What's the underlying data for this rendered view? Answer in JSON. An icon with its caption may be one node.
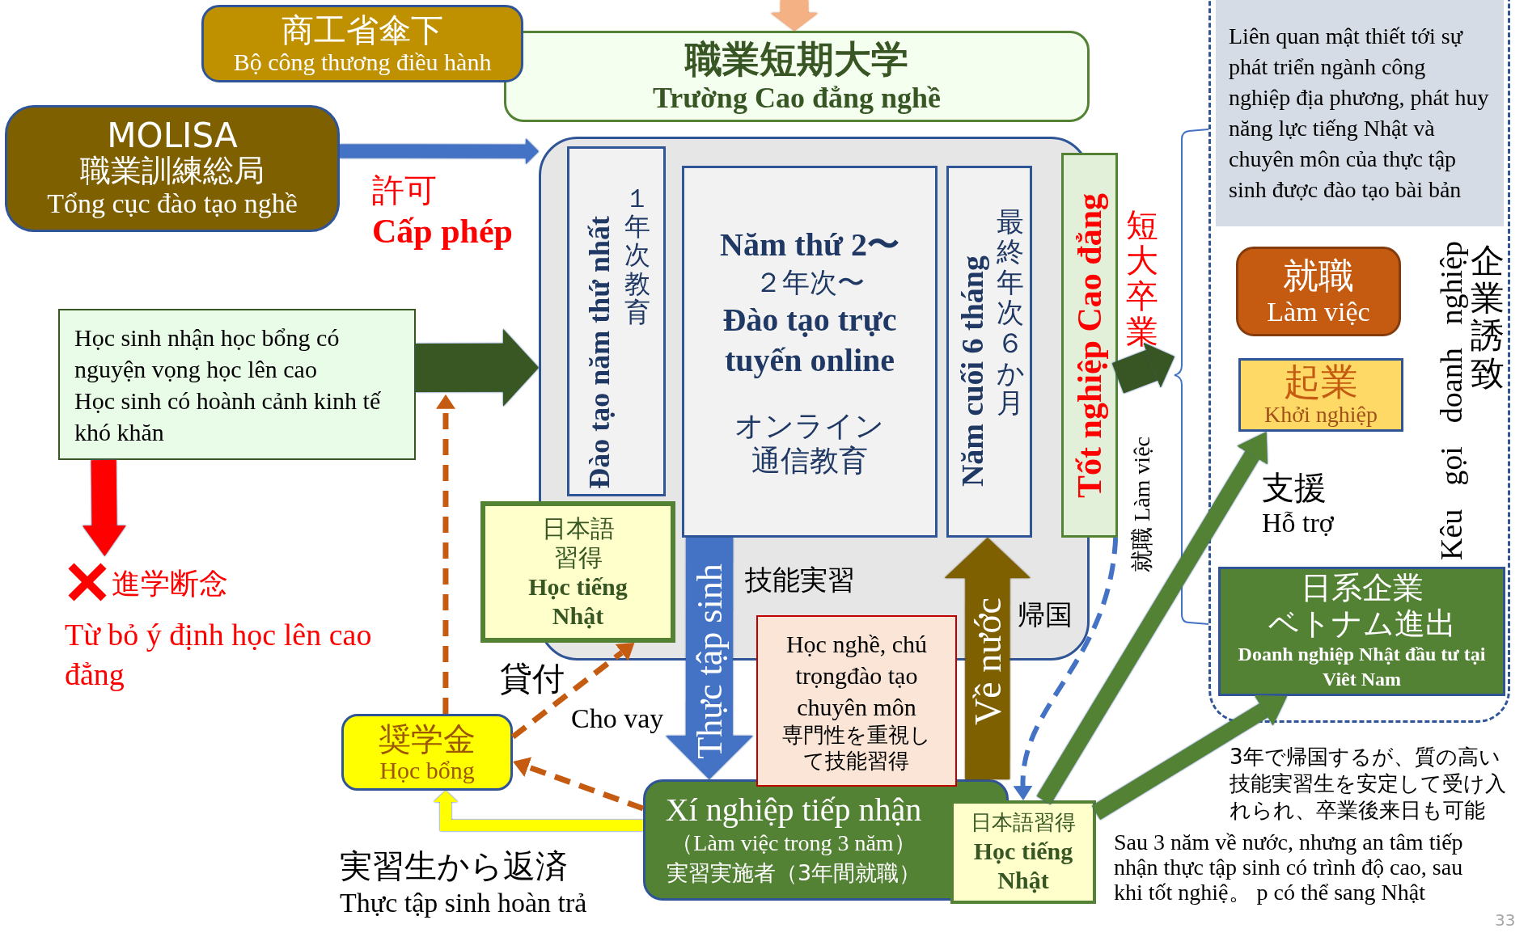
{
  "diagram": {
    "nodes": [
      {
        "text": [
          "商工省傘下",
          "Bộ công thương điều hành"
        ]
      },
      {
        "text": [
          "職業短期大学",
          "Trường Cao đẳng nghề"
        ]
      },
      {
        "text": [
          "MOLISA",
          "職業訓練総局",
          "Tổng cục đào tạo nghề"
        ]
      },
      {
        "text": [],
        "shape": "box"
      },
      {
        "text": [
          "Đào tạo năm thứ nhất",
          "１年次教育"
        ],
        "in": 3
      },
      {
        "text": [
          "Năm thứ 2〜",
          "２年次〜",
          "Đào tạo trực tuyến online",
          "オンライン通信教育"
        ],
        "in": 3
      },
      {
        "text": [
          "Năm cuối 6 tháng",
          "最終年次６か月"
        ],
        "in": 3
      },
      {
        "text": [
          "Tốt nghiệp Cao đẳng"
        ],
        "beside": [
          "短大卒業"
        ]
      },
      {
        "text": [
          "Học sinh nhận học bổng có nguyện vọng học lên cao",
          "Học sinh có hoành cảnh kinh tế khó khăn"
        ]
      },
      {
        "text": [
          "進学断念",
          "Từ bỏ ý định học lên cao đẳng"
        ]
      },
      {
        "text": [
          "日本語習得",
          "Học tiếng Nhật"
        ]
      },
      {
        "text": [
          "Học nghề, chú trọngđào tạo chuyên môn",
          "専門性を重視して技能習得"
        ]
      },
      {
        "text": [
          "奨学金",
          "Học bổng"
        ]
      },
      {
        "text": [
          "Xí nghiệp tiếp nhận",
          "（Làm việc trong 3 năm）",
          "実習実施者（3年間就職）"
        ]
      },
      {
        "text": [
          "日本語習得",
          "Học tiếng Nhật"
        ]
      },
      {
        "text": [],
        "shape": "box"
      },
      {
        "text": [
          "Liên quan mật thiết tới sự phát triển ngành công nghiệp địa phương, phát huy năng lực tiếng Nhật và chuyên môn của thực tập sinh được đào tạo bài bản"
        ],
        "in": 15
      },
      {
        "text": [
          "就職",
          "Làm việc"
        ],
        "in": 15
      },
      {
        "text": [
          "起業",
          "Khởi nghiệp"
        ],
        "in": 15
      },
      {
        "text": [
          "日系企業",
          "ベトナム進出",
          "Doanh nghiệp Nhật đầu tư tại Viêt Nam"
        ],
        "in": 15
      }
    ],
    "edges": [
      {
        "from": null,
        "to": 1,
        "arrow": "to",
        "color": "#f4b183"
      },
      {
        "from": 2,
        "to": 3,
        "arrow": "to",
        "color": "#4472c4"
      },
      {
        "from": 8,
        "to": 3,
        "arrow": "to",
        "style": "thick",
        "color": "#385723"
      },
      {
        "from": 8,
        "to": 9,
        "arrow": "to",
        "color": "#ff0000"
      },
      {
        "from": 5,
        "to": 13,
        "arrow": "to",
        "style": "thick",
        "color": "#4472c4",
        "label": "Thực tập sinh"
      },
      {
        "from": 13,
        "to": 6,
        "arrow": "to",
        "style": "thick",
        "color": "#7f6000",
        "label": "Về nước"
      },
      {
        "from": 7,
        "to": 14,
        "arrow": "to",
        "style": "dashed",
        "color": "#4472c4"
      },
      {
        "from": 7,
        "to": 15,
        "arrow": "to",
        "style": "thick",
        "color": "#375623"
      },
      {
        "from": 12,
        "to": 8,
        "arrow": "to",
        "style": "dashed",
        "color": "#c55a11"
      },
      {
        "from": 12,
        "to": 10,
        "arrow": "to",
        "style": "dashed",
        "color": "#c55a11"
      },
      {
        "from": 13,
        "to": 12,
        "arrow": "to",
        "style": "dashed",
        "color": "#c55a11"
      },
      {
        "from": 13,
        "to": 12,
        "arrow": "to",
        "color": "#ffff00"
      },
      {
        "from": 14,
        "to": 18,
        "arrow": "to",
        "color": "#548235"
      },
      {
        "from": 14,
        "to": 19,
        "arrow": "to",
        "color": "#548235"
      }
    ],
    "labels": [
      "許可",
      "Cấp phép",
      "技能実習",
      "帰国",
      "就職 Làm việc",
      "Kêu gọi doanh nghiệp",
      "企業誘致",
      "支援",
      "Hỗ trợ",
      "貸付",
      "Cho vay",
      "実習生から返済",
      "Thực tập sinh hoàn trả",
      "3年で帰国するが、質の高い技能実習生を安定して受け入れられ、卒業後来日も可能",
      "Sau 3 năm về nước, nhưng an tâm tiếp nhận thực tập sinh có trình độ cao, sau khi tốt nghiệ。 p có thể sang Nhật",
      "33"
    ]
  }
}
